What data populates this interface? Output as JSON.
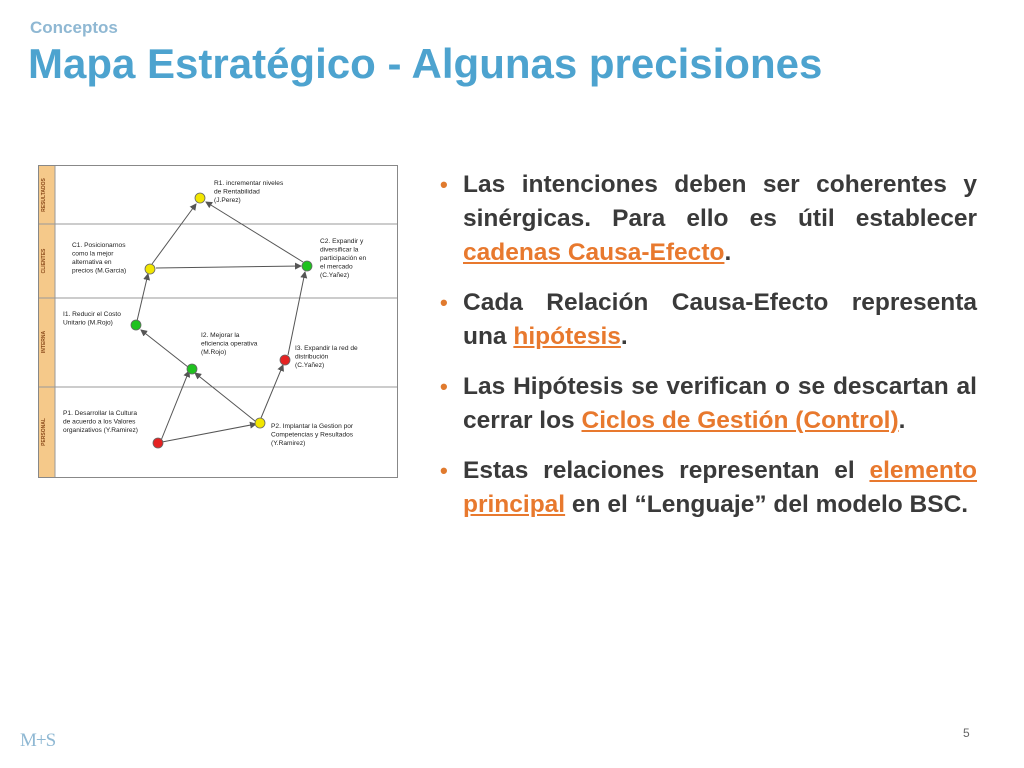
{
  "header": {
    "supertitle": "Conceptos",
    "title": "Mapa Estratégico - Algunas precisiones"
  },
  "map": {
    "rows": [
      "RESULTADOS",
      "CLIENTES",
      "INTERNA",
      "PERSONAL"
    ],
    "nodes": {
      "r1": [
        "R1. incrementar niveles",
        "de Rentabilidad",
        "(J.Perez)"
      ],
      "c1": [
        "C1. Posicionarnos",
        "como la mejor",
        "alternativa en",
        "precios (M.Garcia)"
      ],
      "c2": [
        "C2. Expandir y",
        "diversificar la",
        "participación en",
        "el mercado",
        "(C.Yañez)"
      ],
      "i1": [
        "I1. Reducir el Costo",
        "Unitario (M.Rojo)"
      ],
      "i2": [
        "I2. Mejorar la",
        "eficiencia operativa",
        "(M.Rojo)"
      ],
      "i3": [
        "I3. Expandir la red de",
        "distribución",
        "(C.Yañez)"
      ],
      "p1": [
        "P1. Desarrollar la Cultura",
        "de acuerdo a los Valores",
        "organizativos (Y.Ramirez)"
      ],
      "p2": [
        "P2. Implantar la Gestion por",
        "Competencias y Resultados",
        "(Y.Ramirez)"
      ]
    },
    "colors": {
      "yellow": "#f2e600",
      "green": "#1fc21f",
      "red": "#e52222"
    }
  },
  "bullets": [
    {
      "parts": [
        {
          "t": "Las intenciones deben ser coherentes y sinérgicas. Para ello es útil establecer "
        },
        {
          "t": "cadenas Causa-Efecto",
          "link": true
        },
        {
          "t": "."
        }
      ]
    },
    {
      "parts": [
        {
          "t": "Cada Relación Causa-Efecto representa una "
        },
        {
          "t": "hipótesis",
          "link": true
        },
        {
          "t": "."
        }
      ]
    },
    {
      "parts": [
        {
          "t": "Las Hipótesis se verifican o se descartan al cerrar los "
        },
        {
          "t": "Ciclos de Gestión (Control)",
          "link": true
        },
        {
          "t": "."
        }
      ]
    },
    {
      "parts": [
        {
          "t": "Estas relaciones representan el "
        },
        {
          "t": "elemento",
          "link": true
        },
        {
          "t": " "
        },
        {
          "t": "principal",
          "link": true
        },
        {
          "t": " en el “Lenguaje” del modelo BSC."
        }
      ]
    }
  ],
  "footer": {
    "logo": "M+S",
    "page": "5"
  }
}
